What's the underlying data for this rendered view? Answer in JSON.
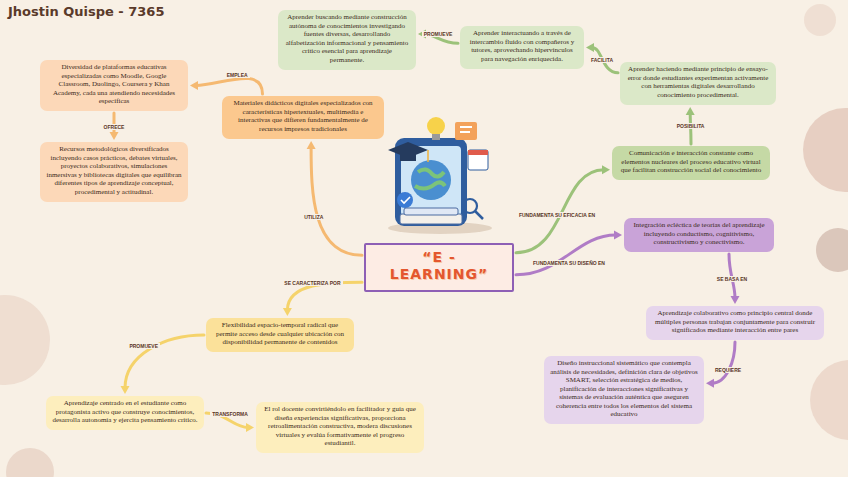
{
  "diagram": {
    "title": "Jhostin Quispe - 7365",
    "nodes": [
      {
        "text": [
          "“E - LEARNING”"
        ]
      },
      {
        "text": [
          "Materiales didácticos digitales especializados con características hipertextuales, multimedia e interactivas que difieren fundamentalmente de recursos impresos tradicionales"
        ]
      },
      {
        "text": [
          "Diversidad de plataformas educativas especializadas como Moodle, Google Classroom, Duolingo, Coursera y Khan Academy, cada una atendiendo necesidades específicas"
        ]
      },
      {
        "text": [
          "Recursos metodológicos diversificados incluyendo casos prácticos, debates virtuales, proyectos colaborativos, simulaciones inmersivas y bibliotecas digitales que equilibran diferentes tipos de aprendizaje conceptual, procedimental y actitudinal."
        ]
      },
      {
        "text": [
          "Comunicación e interacción constante como elementos nucleares del proceso educativo virtual que facilitan construcción social del conocimiento"
        ]
      },
      {
        "text": [
          "Aprender haciendo mediante principio de ensayo-error donde estudiantes experimentan activamente con herramientas digitales desarrollando conocimiento procedimental."
        ]
      },
      {
        "text": [
          "Aprender interactuando a través de intercambio fluido con compañeros y tutores, aprovechando hipervínculos para navegación enriquecida."
        ]
      },
      {
        "text": [
          "Aprender buscando mediante construcción autónoma de conocimientos investigando fuentes diversas, desarrollando alfabetización informacional y pensamiento crítico esencial para aprendizaje permanente."
        ]
      },
      {
        "text": [
          "Integración ecléctica de teorías del aprendizaje incluyendo conductismo, cognitivismo, constructivismo y conectivismo."
        ]
      },
      {
        "text": [
          "Aprendizaje colaborativo como principio central donde múltiples personas trabajan conjuntamente para construir significados mediante interacción entre pares"
        ]
      },
      {
        "text": [
          "Diseño instruccional sistemático que contempla análisis de necesidades, definición clara de objetivos SMART, selección estratégica de medios, planificación de interacciones significativas y sistemas de evaluación auténtica que aseguren coherencia entre todos los elementos del sistema educativo"
        ]
      },
      {
        "text": [
          "Flexibilidad espacio-temporal radical que permite acceso desde cualquier ubicación con disponibilidad permanente de contenidos"
        ]
      },
      {
        "text": [
          "Aprendizaje centrado en el estudiante como protagonista activo que construye conocimientos, desarrolla autonomía y ejercita pensamiento crítico."
        ]
      },
      {
        "text": [
          "El rol docente convirtiéndolo en facilitador y guía que diseña experiencias significativas, proporciona retroalimentación constructiva, modera discusiones virtuales y evalúa formativamente el progreso estudiantil."
        ]
      }
    ],
    "edges": [
      {
        "from": 0,
        "to": 1,
        "label": "UTILIZA",
        "arrow": "to"
      },
      {
        "from": 1,
        "to": 2,
        "label": "EMPLEA",
        "arrow": "to"
      },
      {
        "from": 2,
        "to": 3,
        "label": "OFRECE",
        "arrow": "to"
      },
      {
        "from": 0,
        "to": 4,
        "label": "FUNDAMENTA SU EFICACIA EN",
        "arrow": "to"
      },
      {
        "from": 4,
        "to": 5,
        "label": "POSIBILITA",
        "arrow": "to"
      },
      {
        "from": 5,
        "to": 6,
        "label": "FACILITA",
        "arrow": "to"
      },
      {
        "from": 6,
        "to": 7,
        "label": "PROMUEVE",
        "arrow": "to"
      },
      {
        "from": 0,
        "to": 8,
        "label": "FUNDAMENTA SU DISEÑO EN",
        "arrow": "to"
      },
      {
        "from": 8,
        "to": 9,
        "label": "SE BASA EN",
        "arrow": "to"
      },
      {
        "from": 9,
        "to": 10,
        "label": "REQUIERE",
        "arrow": "to"
      },
      {
        "from": 0,
        "to": 11,
        "label": "SE CARACTERIZA POR",
        "arrow": "to"
      },
      {
        "from": 11,
        "to": 12,
        "label": "PROMUEVE",
        "arrow": "to"
      },
      {
        "from": 12,
        "to": 13,
        "label": "TRANSFORMA",
        "arrow": "to"
      }
    ]
  }
}
